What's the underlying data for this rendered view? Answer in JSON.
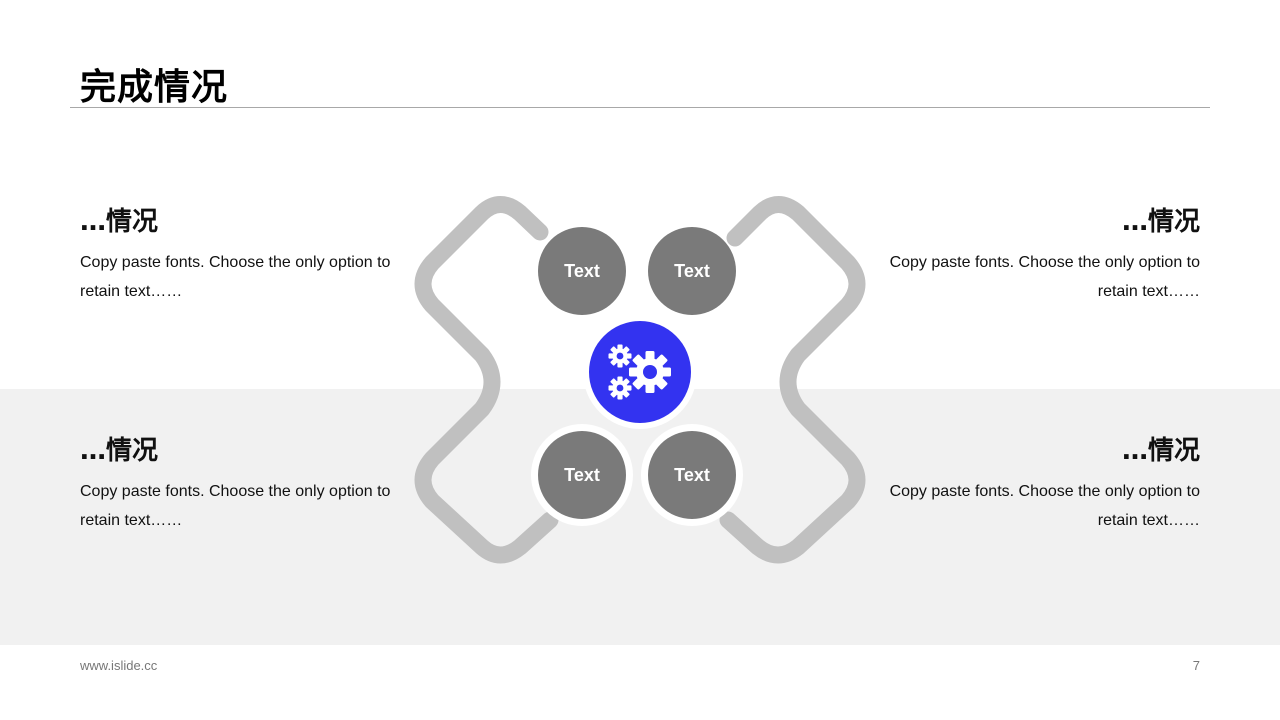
{
  "slide": {
    "title": "完成情况",
    "blocks": [
      {
        "heading": "…情况",
        "body": "Copy paste fonts. Choose the only option to retain text……"
      },
      {
        "heading": "…情况",
        "body": "Copy paste fonts. Choose the only option to retain text……"
      },
      {
        "heading": "…情况",
        "body": "Copy paste fonts. Choose the only option to retain text……"
      },
      {
        "heading": "…情况",
        "body": "Copy paste fonts. Choose the only option to retain text……"
      }
    ],
    "diagram": {
      "nodes": [
        "Text",
        "Text",
        "Text",
        "Text"
      ],
      "center_icon": "gears-icon",
      "accent_color": "#3333f0",
      "node_color": "#7a7a7a",
      "connector_color": "#c0c0c0"
    }
  },
  "footer": {
    "url": "www.islide.cc",
    "page_number": "7"
  }
}
